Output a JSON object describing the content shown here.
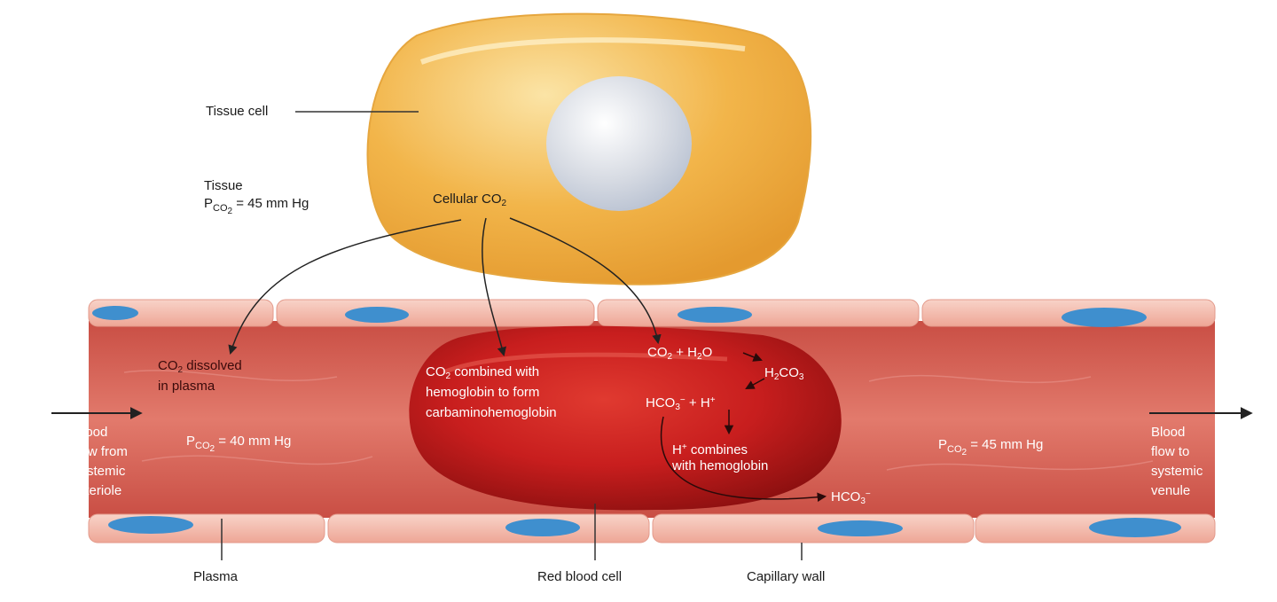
{
  "labels": {
    "tissue_cell": "Tissue cell",
    "tissue_line1": "Tissue",
    "tissue_p": "P",
    "tissue_p_sub": "CO",
    "tissue_p_sub2": "2",
    "tissue_p_value": "= 45 mm Hg",
    "cellular_co2": "Cellular CO",
    "cellular_co2_sub": "2",
    "dissolved_line1": "CO",
    "dissolved_line1_sub": "2",
    "dissolved_line1_rest": "dissolved",
    "dissolved_line2": "in plasma",
    "combined_line1": "CO",
    "combined_line1_sub": "2",
    "combined_line1_rest": "combined with",
    "combined_line2": "hemoglobin to form",
    "combined_line3": "carbaminohemoglobin",
    "reaction_co2": "CO",
    "reaction_co2_sub": "2",
    "reaction_plus_h2o": "+ H",
    "reaction_h2o_sub": "2",
    "reaction_o": "O",
    "h2co3_h": "H",
    "h2co3_sub": "2",
    "h2co3_rest": "CO",
    "h2co3_sub3": "3",
    "hco3_plus_h": "HCO",
    "hco3_sub": "3",
    "hco3_sup": "−",
    "plus_h": "+ H",
    "plus_h_sup": "+",
    "h_combines_line1": "H",
    "h_combines_sup": "+",
    "h_combines_rest": "combines",
    "h_combines_line2": "with hemoglobin",
    "hco3_out": "HCO",
    "hco3_out_sub": "3",
    "hco3_out_sup": "−",
    "plasma_p": "P",
    "plasma_p_sub": "CO",
    "plasma_p_sub2": "2",
    "plasma_p_value": "= 40 mm Hg",
    "venule_p": "P",
    "venule_p_sub": "CO",
    "venule_p_sub2": "2",
    "venule_p_value": "= 45 mm Hg",
    "flow_in": [
      "Blood",
      "flow from",
      "systemic",
      "arteriole"
    ],
    "flow_out": [
      "Blood",
      "flow to",
      "systemic",
      "venule"
    ],
    "plasma": "Plasma",
    "red_blood_cell": "Red blood cell",
    "capillary_wall": "Capillary wall"
  },
  "colors": {
    "cell_fill": "#f2b54a",
    "nucleus": "#d9dde6",
    "vessel_wall": "#f2b3a6",
    "plasma": "#d96256",
    "rbc": "#c81e1e",
    "endothelial_nucleus": "#3f8fce"
  }
}
